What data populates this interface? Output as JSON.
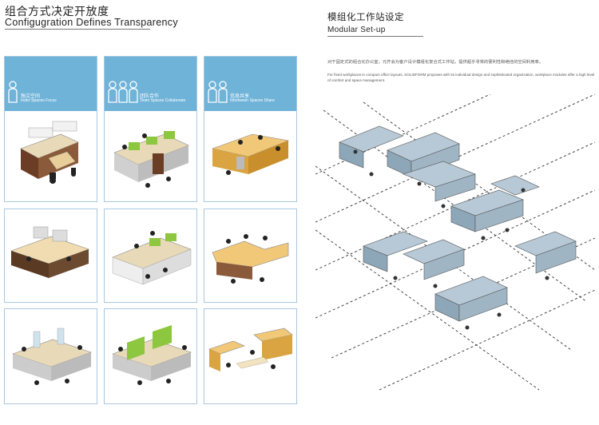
{
  "left": {
    "title_zh": "组合方式决定开放度",
    "title_en": "Configugration Defines Transparency",
    "columns": [
      {
        "label_zh": "独立空间",
        "label_en": "Indivl Spaces Focus",
        "people": 1
      },
      {
        "label_zh": "团队合作",
        "label_en": "Team Spaces Collaborate",
        "people": 3
      },
      {
        "label_zh": "信息共享",
        "label_en": "Inbetween Spaces Share",
        "people": 2
      }
    ]
  },
  "right": {
    "title_zh": "模组化工作站设定",
    "title_en": "Modular Set-up",
    "desc_zh": "对于固定式的组合化办公室，元齐会为客户设计模组化复合式工作站，提供超乎寻常的便利性和绝佳的空间利用率。",
    "desc_en": "For fixed workplaces in compact office layouts, SOLIDFORM proposes with its individual design and sophisticated organization, workplace modules offer a high level of comfort and space management."
  },
  "colors": {
    "header_blue": "#6fb3d8",
    "card_border": "#a9c9e0",
    "panel_green": "#8dc63f",
    "wood": "#d9a441",
    "plan_blue": "#b7c9d6"
  }
}
